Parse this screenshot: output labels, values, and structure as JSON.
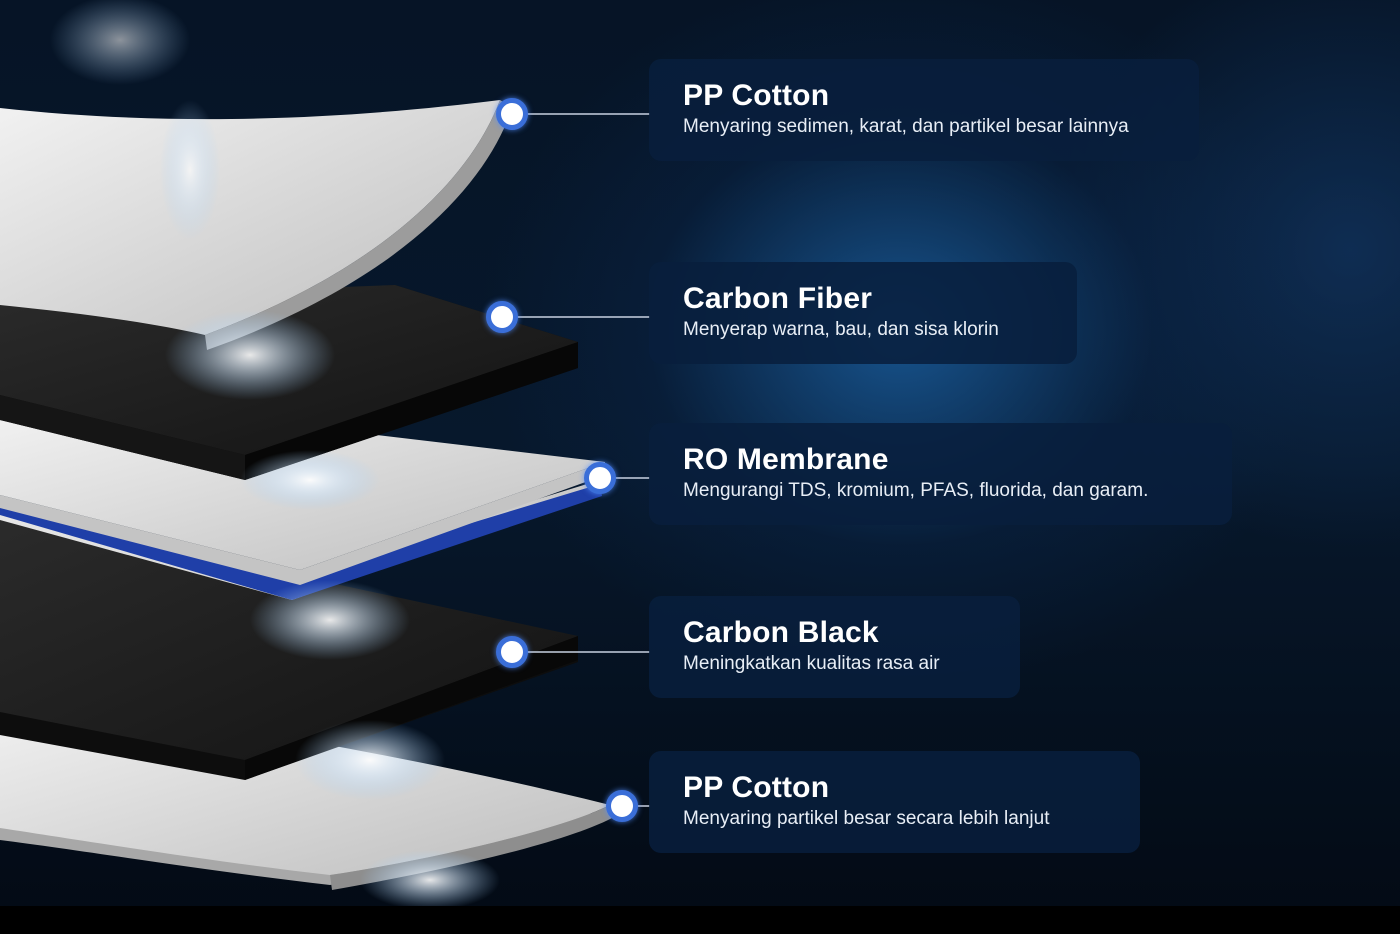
{
  "layers": [
    {
      "title": "PP Cotton",
      "description": "Menyaring sedimen, karat, dan partikel besar lainnya"
    },
    {
      "title": "Carbon Fiber",
      "description": "Menyerap warna, bau, dan sisa klorin"
    },
    {
      "title": "RO Membrane",
      "description": "Mengurangi TDS, kromium, PFAS, fluorida, dan garam."
    },
    {
      "title": "Carbon Black",
      "description": "Meningkatkan kualitas rasa air"
    },
    {
      "title": "PP Cotton",
      "description": "Menyaring partikel besar secara lebih lanjut"
    }
  ],
  "colors": {
    "card_background": "#0a1e3c",
    "marker_ring": "#3a6ed8",
    "marker_fill": "#ffffff",
    "text": "#ffffff",
    "white_layer": "#d9d9d9",
    "black_layer": "#1c1c1c",
    "membrane_blue": "#1f3fa8"
  }
}
